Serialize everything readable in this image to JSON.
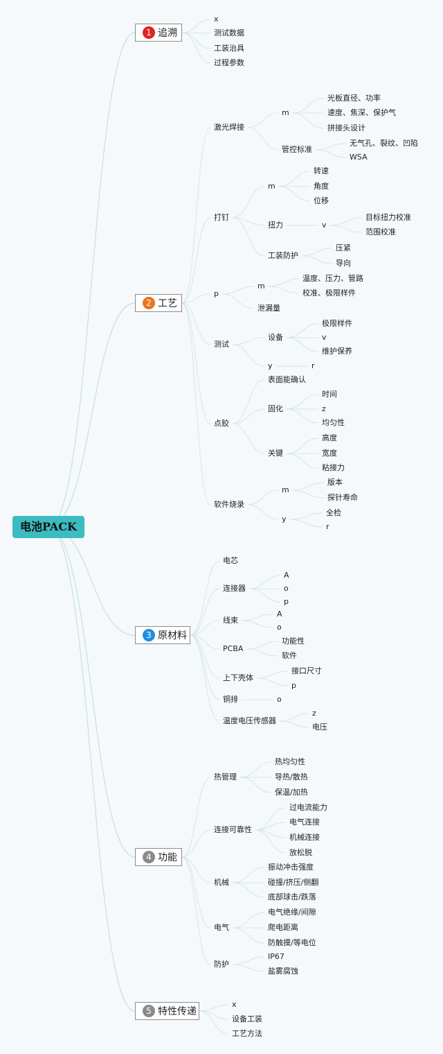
{
  "root": "电池PACK",
  "branches": [
    {
      "id": "b1",
      "num": "1",
      "label": "追溯",
      "color": "#e02424",
      "children": [
        {
          "id": "n_1_1",
          "label": "x"
        },
        {
          "id": "n_1_2",
          "label": "测试数据"
        },
        {
          "id": "n_1_3",
          "label": "工装治具"
        },
        {
          "id": "n_1_4",
          "label": "过程参数"
        }
      ]
    },
    {
      "id": "b2",
      "num": "2",
      "label": "工艺",
      "color": "#e8741e",
      "children": [
        {
          "id": "n_2_1",
          "label": "激光焊接",
          "children": [
            {
              "id": "n_2_1_1",
              "label": "m",
              "children": [
                {
                  "id": "n_2_1_1_1",
                  "label": "光板直径、功率"
                },
                {
                  "id": "n_2_1_1_2",
                  "label": "速度、焦深、保护气"
                },
                {
                  "id": "n_2_1_1_3",
                  "label": "拼接头设计"
                }
              ]
            },
            {
              "id": "n_2_1_2",
              "label": "管控标准",
              "children": [
                {
                  "id": "n_2_1_2_1",
                  "label": "无气孔、裂纹、凹陷"
                },
                {
                  "id": "n_2_1_2_2",
                  "label": "WSA"
                }
              ]
            }
          ]
        },
        {
          "id": "n_2_2",
          "label": "打钉",
          "children": [
            {
              "id": "n_2_2_1",
              "label": "m",
              "children": [
                {
                  "id": "n_2_2_1_1",
                  "label": "转速"
                },
                {
                  "id": "n_2_2_1_2",
                  "label": "角度"
                },
                {
                  "id": "n_2_2_1_3",
                  "label": "位移"
                }
              ]
            },
            {
              "id": "n_2_2_2",
              "label": "扭力",
              "children": [
                {
                  "id": "n_2_2_2_1",
                  "label": "v",
                  "children": [
                    {
                      "id": "n_2_2_2_1_1",
                      "label": "目标扭力校准"
                    },
                    {
                      "id": "n_2_2_2_1_2",
                      "label": "范围校准"
                    }
                  ]
                }
              ]
            },
            {
              "id": "n_2_2_3",
              "label": "工装防护",
              "children": [
                {
                  "id": "n_2_2_3_1",
                  "label": "压紧"
                },
                {
                  "id": "n_2_2_3_2",
                  "label": "导向"
                }
              ]
            }
          ]
        },
        {
          "id": "n_2_3",
          "label": "p",
          "children": [
            {
              "id": "n_2_3_1",
              "label": "m",
              "children": [
                {
                  "id": "n_2_3_1_1",
                  "label": "温度、压力、管路"
                },
                {
                  "id": "n_2_3_1_2",
                  "label": "校准、极限样件"
                }
              ]
            },
            {
              "id": "n_2_3_2",
              "label": "泄漏量"
            }
          ]
        },
        {
          "id": "n_2_4",
          "label": "测试",
          "children": [
            {
              "id": "n_2_4_1",
              "label": "设备",
              "children": [
                {
                  "id": "n_2_4_1_1",
                  "label": "极限样件"
                },
                {
                  "id": "n_2_4_1_2",
                  "label": "v"
                },
                {
                  "id": "n_2_4_1_3",
                  "label": "维护保养"
                }
              ]
            },
            {
              "id": "n_2_4_2",
              "label": "y",
              "children": [
                {
                  "id": "n_2_4_2_1",
                  "label": "r"
                }
              ]
            }
          ]
        },
        {
          "id": "n_2_5",
          "label": "点胶",
          "children": [
            {
              "id": "n_2_5_1",
              "label": "表面能确认"
            },
            {
              "id": "n_2_5_2",
              "label": "固化",
              "children": [
                {
                  "id": "n_2_5_2_1",
                  "label": "时间"
                },
                {
                  "id": "n_2_5_2_2",
                  "label": "z"
                },
                {
                  "id": "n_2_5_2_3",
                  "label": "均匀性"
                }
              ]
            },
            {
              "id": "n_2_5_3",
              "label": "关键",
              "children": [
                {
                  "id": "n_2_5_3_1",
                  "label": "高度"
                },
                {
                  "id": "n_2_5_3_2",
                  "label": "宽度"
                },
                {
                  "id": "n_2_5_3_3",
                  "label": "粘接力"
                }
              ]
            }
          ]
        },
        {
          "id": "n_2_6",
          "label": "软件烧录",
          "children": [
            {
              "id": "n_2_6_1",
              "label": "m",
              "children": [
                {
                  "id": "n_2_6_1_1",
                  "label": "版本"
                },
                {
                  "id": "n_2_6_1_2",
                  "label": "探针寿命"
                }
              ]
            },
            {
              "id": "n_2_6_2",
              "label": "y",
              "children": [
                {
                  "id": "n_2_6_2_1",
                  "label": "全检"
                },
                {
                  "id": "n_2_6_2_2",
                  "label": "r"
                }
              ]
            }
          ]
        }
      ]
    },
    {
      "id": "b3",
      "num": "3",
      "label": "原材料",
      "color": "#1f8ee0",
      "children": [
        {
          "id": "n_3_1",
          "label": "电芯"
        },
        {
          "id": "n_3_2",
          "label": "连接器",
          "children": [
            {
              "id": "n_3_2_1",
              "label": "A"
            },
            {
              "id": "n_3_2_2",
              "label": "o"
            },
            {
              "id": "n_3_2_3",
              "label": "p"
            }
          ]
        },
        {
          "id": "n_3_3",
          "label": "线束",
          "children": [
            {
              "id": "n_3_3_1",
              "label": "A"
            },
            {
              "id": "n_3_3_2",
              "label": "o"
            }
          ]
        },
        {
          "id": "n_3_4",
          "label": "PCBA",
          "children": [
            {
              "id": "n_3_4_1",
              "label": "功能性"
            },
            {
              "id": "n_3_4_2",
              "label": "软件"
            }
          ]
        },
        {
          "id": "n_3_5",
          "label": "上下壳体",
          "children": [
            {
              "id": "n_3_5_1",
              "label": "接口尺寸"
            },
            {
              "id": "n_3_5_2",
              "label": "p"
            }
          ]
        },
        {
          "id": "n_3_6",
          "label": "铜排",
          "children": [
            {
              "id": "n_3_6_1",
              "label": "o"
            }
          ]
        },
        {
          "id": "n_3_7",
          "label": "温度电压传感器",
          "children": [
            {
              "id": "n_3_7_1",
              "label": "z"
            },
            {
              "id": "n_3_7_2",
              "label": "电压"
            }
          ]
        }
      ]
    },
    {
      "id": "b4",
      "num": "4",
      "label": "功能",
      "color": "#8a8a8a",
      "children": [
        {
          "id": "n_4_1",
          "label": "热管理",
          "children": [
            {
              "id": "n_4_1_1",
              "label": "热均匀性"
            },
            {
              "id": "n_4_1_2",
              "label": "导热/散热"
            },
            {
              "id": "n_4_1_3",
              "label": "保温/加热"
            }
          ]
        },
        {
          "id": "n_4_2",
          "label": "连接可靠性",
          "children": [
            {
              "id": "n_4_2_1",
              "label": "过电流能力"
            },
            {
              "id": "n_4_2_2",
              "label": "电气连接"
            },
            {
              "id": "n_4_2_3",
              "label": "机械连接"
            },
            {
              "id": "n_4_2_4",
              "label": "放松脱"
            }
          ]
        },
        {
          "id": "n_4_3",
          "label": "机械",
          "children": [
            {
              "id": "n_4_3_1",
              "label": "振动冲击强度"
            },
            {
              "id": "n_4_3_2",
              "label": "碰撞/挤压/侧翻"
            },
            {
              "id": "n_4_3_3",
              "label": "底部球击/跌落"
            }
          ]
        },
        {
          "id": "n_4_4",
          "label": "电气",
          "children": [
            {
              "id": "n_4_4_1",
              "label": "电气绝缘/间隙"
            },
            {
              "id": "n_4_4_2",
              "label": "爬电距离"
            },
            {
              "id": "n_4_4_3",
              "label": "防触摸/等电位"
            }
          ]
        },
        {
          "id": "n_4_5",
          "label": "防护",
          "children": [
            {
              "id": "n_4_5_1",
              "label": "IP67"
            },
            {
              "id": "n_4_5_2",
              "label": "盐雾腐蚀"
            }
          ]
        }
      ]
    },
    {
      "id": "b5",
      "num": "5",
      "label": "特性传递",
      "color": "#8a8a8a",
      "children": [
        {
          "id": "n_5_1",
          "label": "x"
        },
        {
          "id": "n_5_2",
          "label": "设备工装"
        },
        {
          "id": "n_5_3",
          "label": "工艺方法"
        }
      ]
    }
  ]
}
